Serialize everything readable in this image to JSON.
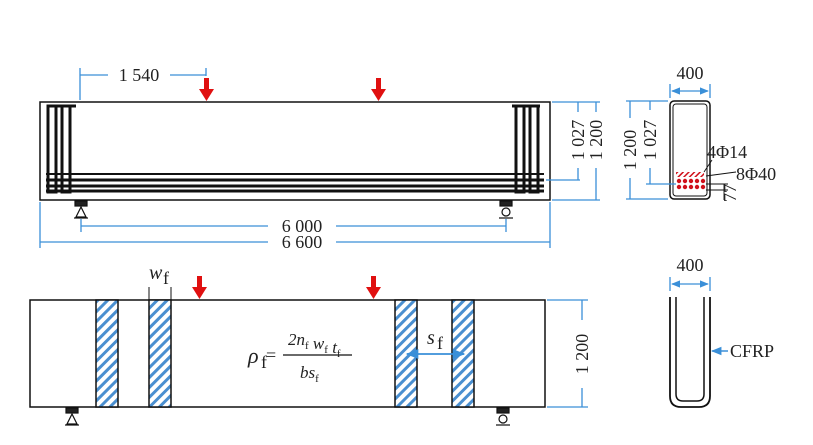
{
  "elevation": {
    "shear_span": "1 540",
    "height_total": "1 200",
    "height_effective": "1 027",
    "support_span": "6 000",
    "total_length": "6 600"
  },
  "section": {
    "width": "400",
    "height_total": "1 200",
    "height_effective": "1 027",
    "top_bars": "4Φ14",
    "bottom_bars": "8Φ40",
    "cover": "77"
  },
  "strengthened_elevation": {
    "strip_width_symbol": "w",
    "strip_width_sub": "f",
    "spacing_symbol": "s",
    "spacing_sub": "f",
    "height_total": "1 200",
    "formula": {
      "lhs": "ρ",
      "lhs_sub": "f",
      "equals": "=",
      "numerator": "2n_f w_f t_f",
      "denominator": "bs_f"
    }
  },
  "strengthened_section": {
    "width": "400",
    "material_label": "CFRP"
  },
  "colors": {
    "load_arrow": "#e01010",
    "dimension_blue": "#3a8fd8",
    "rebar_red": "#d0101a",
    "outline": "#111111",
    "cfrp_hatch": "#4a8fd0"
  }
}
